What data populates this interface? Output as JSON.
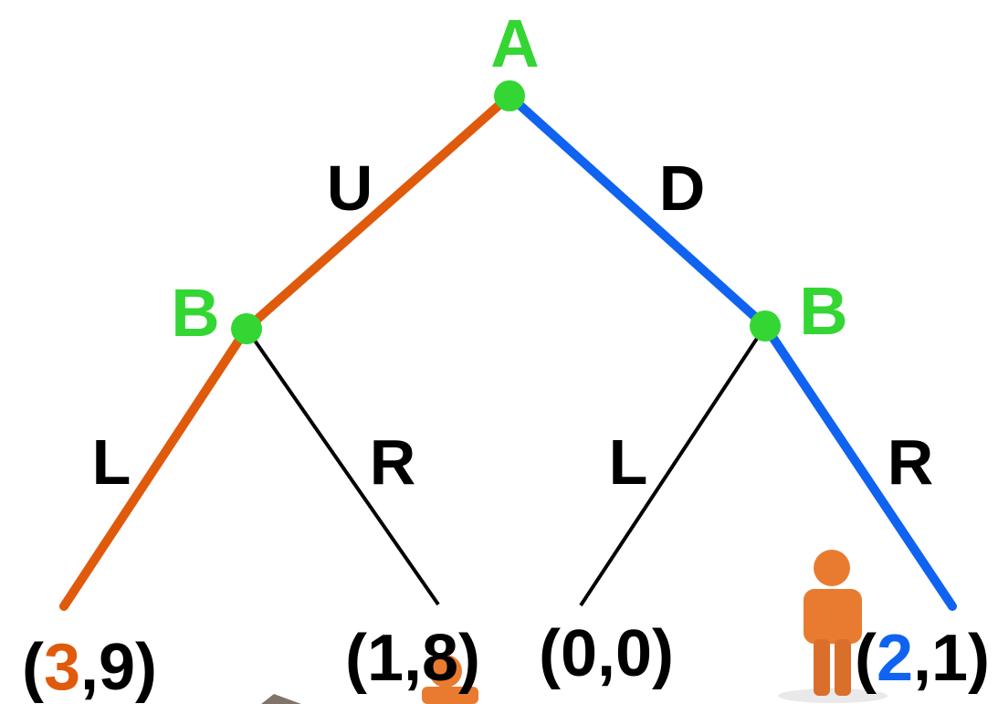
{
  "nodes": {
    "root": {
      "label": "A"
    },
    "left": {
      "label": "B"
    },
    "right": {
      "label": "B"
    }
  },
  "edges": {
    "up": "U",
    "down": "D",
    "left_l": "L",
    "left_r": "R",
    "right_l": "L",
    "right_r": "R"
  },
  "payoffs": [
    {
      "open": "(",
      "a": "3",
      "sep": ",",
      "b": "9",
      "close": ")"
    },
    {
      "open": "(",
      "a": "1",
      "sep": ",",
      "b": "8",
      "close": ")"
    },
    {
      "open": "(",
      "a": "0",
      "sep": ",",
      "b": "0",
      "close": ")"
    },
    {
      "open": "(",
      "a": "2",
      "sep": ",",
      "b": "1",
      "close": ")"
    }
  ],
  "colors": {
    "node": "#33d633",
    "path_up": "#e05a0c",
    "path_down": "#0f63f0",
    "branch": "#000000",
    "text": "#000000",
    "figure": "#e87426"
  },
  "decor": {
    "figure_icon": "person-figure-icon"
  }
}
